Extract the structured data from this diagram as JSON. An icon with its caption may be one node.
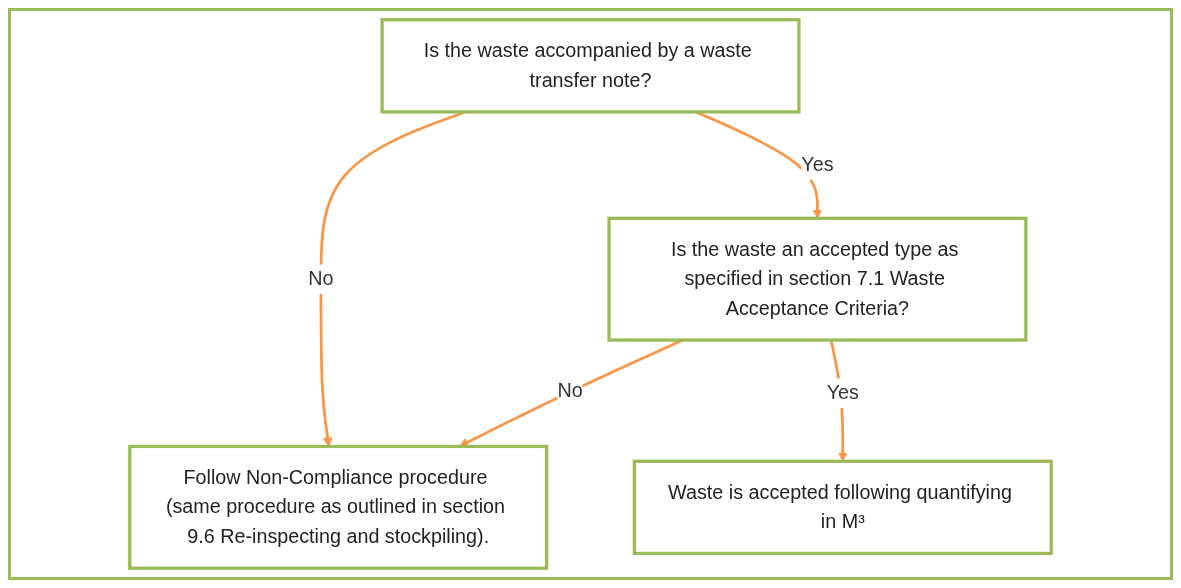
{
  "diagram": {
    "nodes": [
      {
        "text": [
          "Is the waste accompanied by a waste transfer note?"
        ]
      },
      {
        "text": [
          "Follow Non-Compliance procedure (same procedure as outlined in section 9.6 Re-inspecting and stockpiling)."
        ]
      },
      {
        "text": [
          "Is the waste an accepted type as specified in section 7.1 Waste Acceptance Criteria?"
        ]
      },
      {
        "text": [
          "Waste is accepted following quantifying in M³"
        ]
      }
    ],
    "edges": [
      {
        "from": 0,
        "to": 1,
        "label": "No",
        "arrow": "to"
      },
      {
        "from": 0,
        "to": 2,
        "label": "Yes",
        "arrow": "to"
      },
      {
        "from": 2,
        "to": 1,
        "label": "No",
        "arrow": "to"
      },
      {
        "from": 2,
        "to": 3,
        "label": "Yes",
        "arrow": "to"
      }
    ]
  }
}
